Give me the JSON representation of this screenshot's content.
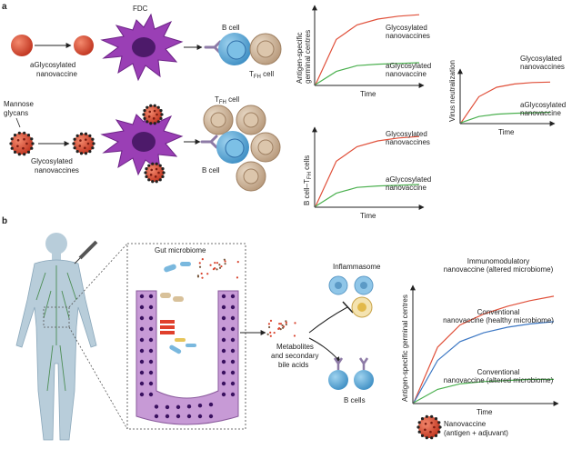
{
  "panel_a": {
    "tag": "a",
    "fdc_label": "FDC",
    "bcell_label": "B cell",
    "tfh_cell_label_top": {
      "main": "T",
      "sub": "FH",
      "rest": " cell"
    },
    "tfh_cell_label_mid": {
      "main": "T",
      "sub": "FH",
      "rest": " cell"
    },
    "bcell_label_mid": "B cell",
    "aglyco_label": [
      "aGlycosylated",
      "nanovaccine"
    ],
    "mannose_label": [
      "Mannose",
      "glycans"
    ],
    "glyco_label": [
      "Glycosylated",
      "nanovaccines"
    ]
  },
  "chart_data": [
    {
      "type": "line",
      "ylabel": [
        "Antigen-specific",
        "germinal centres"
      ],
      "xlabel": "Time",
      "series": [
        {
          "name": "Glycosylated nanovaccines",
          "color": "#e0503a",
          "values": [
            0,
            0.62,
            0.82,
            0.9,
            0.94,
            0.96
          ]
        },
        {
          "name": "aGlycosylated nanovaccine",
          "color": "#4bb04f",
          "values": [
            0,
            0.18,
            0.26,
            0.28,
            0.29,
            0.3
          ]
        }
      ],
      "x": [
        0,
        0.2,
        0.4,
        0.6,
        0.8,
        1.0
      ]
    },
    {
      "type": "line",
      "ylabel": [
        "Virus neutralization"
      ],
      "xlabel": "Time",
      "series": [
        {
          "name": "Glycosylated nanovaccines",
          "color": "#e0503a",
          "values": [
            0,
            0.55,
            0.75,
            0.82,
            0.85,
            0.86
          ]
        },
        {
          "name": "aGlycosylated nanovaccine",
          "color": "#4bb04f",
          "values": [
            0,
            0.13,
            0.18,
            0.2,
            0.21,
            0.22
          ]
        }
      ],
      "x": [
        0,
        0.2,
        0.4,
        0.6,
        0.8,
        1.0
      ]
    },
    {
      "type": "line",
      "ylabel": [
        "B cell–T",
        "FH",
        " cells"
      ],
      "xlabel": "Time",
      "series": [
        {
          "name": "Glycosylated nanovaccines",
          "color": "#e0503a",
          "values": [
            0,
            0.62,
            0.82,
            0.9,
            0.94,
            0.96
          ]
        },
        {
          "name": "aGlycosylated nanovaccine",
          "color": "#4bb04f",
          "values": [
            0,
            0.18,
            0.26,
            0.28,
            0.29,
            0.3
          ]
        }
      ],
      "x": [
        0,
        0.2,
        0.4,
        0.6,
        0.8,
        1.0
      ]
    },
    {
      "type": "line",
      "ylabel": [
        "Antigen-specific germinal centres"
      ],
      "xlabel": "Time",
      "series": [
        {
          "name": "Immunomodulatory nanovaccine (altered microbiome)",
          "color": "#e0503a",
          "values": [
            0,
            0.5,
            0.7,
            0.8,
            0.87,
            0.92,
            0.96
          ]
        },
        {
          "name": "Conventional nanovaccine (healthy microbiome)",
          "color": "#3d78c4",
          "values": [
            0,
            0.38,
            0.55,
            0.63,
            0.68,
            0.71,
            0.73
          ]
        },
        {
          "name": "Conventional nanovaccine (altered microbiome)",
          "color": "#4bb04f",
          "values": [
            0,
            0.12,
            0.17,
            0.19,
            0.2,
            0.21,
            0.21
          ]
        }
      ],
      "x": [
        0,
        0.17,
        0.33,
        0.5,
        0.67,
        0.83,
        1.0
      ]
    }
  ],
  "series_labels": {
    "c1_top": [
      "Glycosylated",
      "nanovaccines"
    ],
    "c1_bot": [
      "aGlycosylated",
      "nanovaccine"
    ],
    "c2_top": [
      "Glycosylated",
      "nanovaccines"
    ],
    "c2_bot": [
      "aGlycosylated",
      "nanovaccine"
    ],
    "c3_top": [
      "Glycosylated",
      "nanovaccines"
    ],
    "c3_bot": [
      "aGlycosylated",
      "nanovaccine"
    ],
    "c4_top": [
      "Immunomodulatory",
      "nanovaccine (altered microbiome)"
    ],
    "c4_mid": [
      "Conventional",
      "nanovaccine (healthy microbiome)"
    ],
    "c4_bot": [
      "Conventional",
      "nanovaccine (altered microbiome)"
    ]
  },
  "panel_b": {
    "tag": "b",
    "gut_label": "Gut microbiome",
    "inflammasome_label": "Inflammasome",
    "metabolites_label": [
      "Metabolites",
      "and secondary",
      "bile acids"
    ],
    "bcells_label": "B cells",
    "legend_label": [
      "Nanovaccine",
      "(antigen + adjuvant)"
    ]
  },
  "colors": {
    "fdc": "#9a3fb5",
    "fdc_nucleus": "#4d1a6a",
    "bcell": "#5aa9d6",
    "bcell_nucleus": "#2f6ea8",
    "tfh": "#d8c0a4",
    "nano_red": "#d9452f",
    "red_line": "#e0503a",
    "green_line": "#4bb04f",
    "blue_line": "#3d78c4",
    "body": "#9ab6c8",
    "gut_wall": "#c79ad6"
  }
}
